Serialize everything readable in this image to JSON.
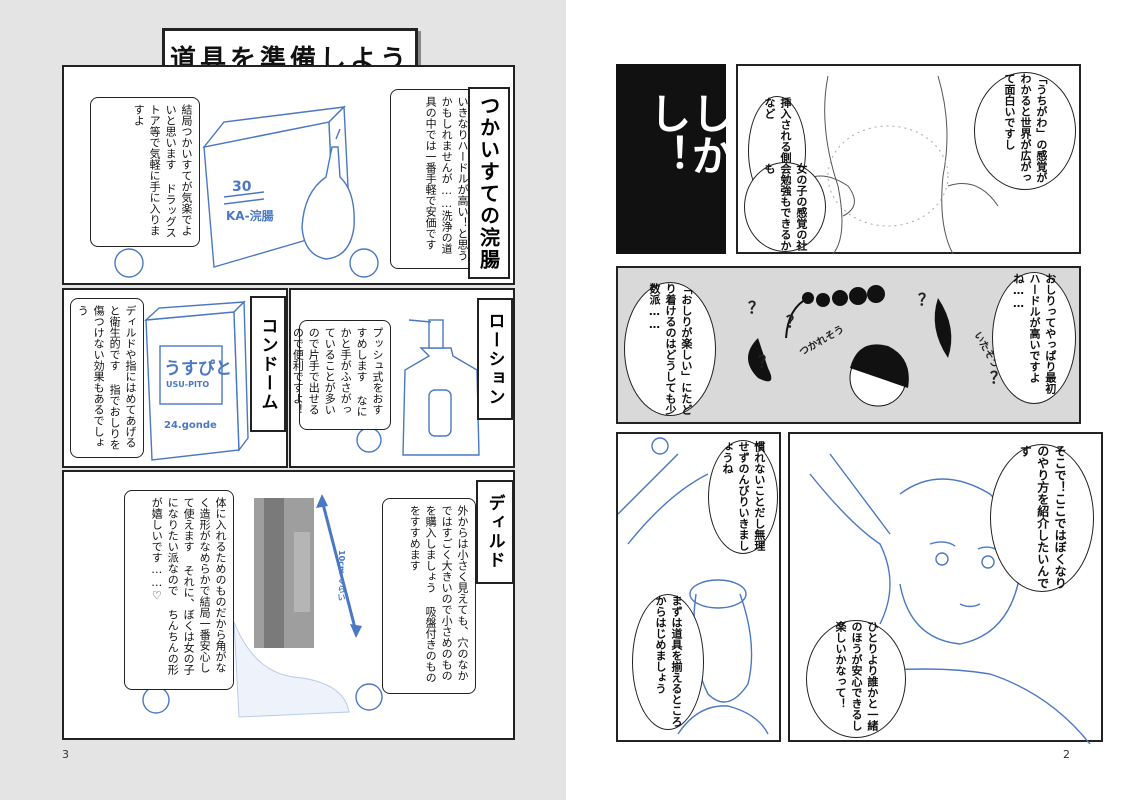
{
  "left_page": {
    "title": "道具を準備しよう",
    "page_number": "3",
    "enema": {
      "label": "つかいすての浣腸",
      "bubble_a": "いきなりハードルが高い！と思うかもしれませんが……洗浄の道具の中では一番手軽で安価です",
      "bubble_b": "結局つかいすてが気楽でよいと思います ドラッグストア等で気軽に手に入りますよ",
      "box_text_1": "30",
      "box_text_2": "KA-浣腸"
    },
    "condom": {
      "label": "コンドーム",
      "bubble": "ディルドや指にはめてあげると衛生的です 指でおしりを傷つけない効果もあるでしょう",
      "box_text_1": "うすぴと",
      "box_text_2": "USU-PITO",
      "box_text_3": "24.gonde"
    },
    "lotion": {
      "label": "ローション",
      "bubble": "プッシュ式をおすすめします なにかと手がふさがっていることが多いので片手で出せるので便利ですよ！"
    },
    "dildo": {
      "label": "ディルド",
      "bubble_a": "外からは小さく見えても、穴のなかではすごく大きいので小さめのものを購入しましょう 吸盤付きのものをすすめます",
      "bubble_b": "体に入れるためのものだから角がなく造形がなめらかで結局一番安心して使えます それに、ぼくは女の子になりたい派なので ちんちんの形が嬉しいです……♡",
      "measure": "10cm くらい"
    }
  },
  "right_page": {
    "page_number": "2",
    "panel1": {
      "title": "しかし！"
    },
    "panel2": {
      "bubble_a": "「うちがわ」の感覚がわかると世界が広がって面白いですし",
      "bubble_b": "挿入される側の負担など",
      "bubble_c": "女の子の感覚の社会勉強もできるかも"
    },
    "panel3": {
      "bubble_a": "おしりってやっぱり最初ハードルが高いですよね……",
      "bubble_b": "「おしりが楽しい」にたどり着けるのはどうしても少数派……",
      "sfx_a": "つかれそう",
      "sfx_b": "いたそう",
      "question": "？"
    },
    "panel4": {
      "bubble_a": "慣れないことだし無理せずのんびりいきましょうね",
      "bubble_b": "まずは道具を揃えるところからはじめましょう"
    },
    "panel5": {
      "bubble_a": "そこで！ここではぼくなりのやり方を紹介したいんです",
      "bubble_b": "ひとりより誰かと一緒のほうが安心できるし楽しいかなって！"
    }
  },
  "colors": {
    "sketch_blue": "#4a78c4",
    "ink": "#222222",
    "left_bg": "#e4e4e4",
    "panel_black": "#111111"
  }
}
